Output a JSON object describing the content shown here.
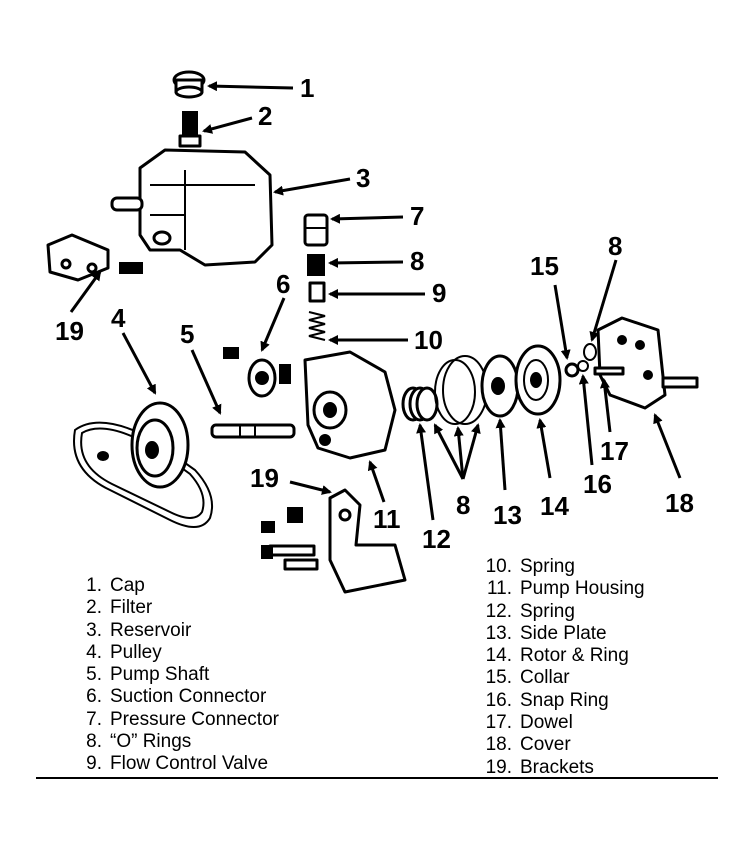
{
  "callouts": {
    "n1": "1",
    "n2": "2",
    "n3": "3",
    "n4": "4",
    "n5": "5",
    "n6": "6",
    "n7": "7",
    "n8a": "8",
    "n8b": "8",
    "n8c": "8",
    "n9": "9",
    "n10": "10",
    "n11": "11",
    "n12": "12",
    "n13": "13",
    "n14": "14",
    "n15": "15",
    "n16": "16",
    "n17": "17",
    "n18": "18",
    "n19a": "19",
    "n19b": "19"
  },
  "legend": {
    "left": [
      {
        "num": "1.",
        "label": "Cap"
      },
      {
        "num": "2.",
        "label": "Filter"
      },
      {
        "num": "3.",
        "label": "Reservoir"
      },
      {
        "num": "4.",
        "label": "Pulley"
      },
      {
        "num": "5.",
        "label": "Pump Shaft"
      },
      {
        "num": "6.",
        "label": "Suction Connector"
      },
      {
        "num": "7.",
        "label": "Pressure Connector"
      },
      {
        "num": "8.",
        "label": "“O” Rings"
      },
      {
        "num": "9.",
        "label": "Flow Control Valve"
      }
    ],
    "right": [
      {
        "num": "10.",
        "label": "Spring"
      },
      {
        "num": "11.",
        "label": "Pump Housing"
      },
      {
        "num": "12.",
        "label": "Spring"
      },
      {
        "num": "13.",
        "label": "Side Plate"
      },
      {
        "num": "14.",
        "label": "Rotor & Ring"
      },
      {
        "num": "15.",
        "label": "Collar"
      },
      {
        "num": "16.",
        "label": "Snap Ring"
      },
      {
        "num": "17.",
        "label": "Dowel"
      },
      {
        "num": "18.",
        "label": "Cover"
      },
      {
        "num": "19.",
        "label": "Brackets"
      }
    ]
  }
}
